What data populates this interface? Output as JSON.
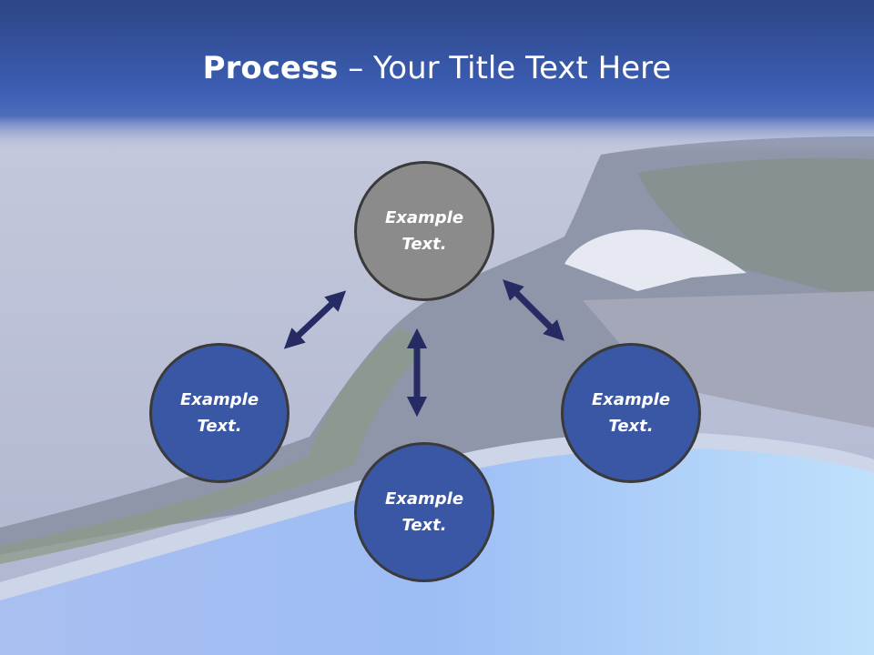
{
  "title": {
    "bold": "Process",
    "dash": " – ",
    "rest": "Your Title Text Here"
  },
  "nodes": {
    "top": {
      "line1": "Example",
      "line2": "Text."
    },
    "left": {
      "line1": "Example",
      "line2": "Text."
    },
    "right": {
      "line1": "Example",
      "line2": "Text."
    },
    "bottom": {
      "line1": "Example",
      "line2": "Text."
    }
  },
  "colors": {
    "header": "#2f4f9c",
    "node_blue": "#3a57a5",
    "node_gray": "#8b8b8b",
    "arrow": "#262b63",
    "water": "#9ec4f2"
  }
}
